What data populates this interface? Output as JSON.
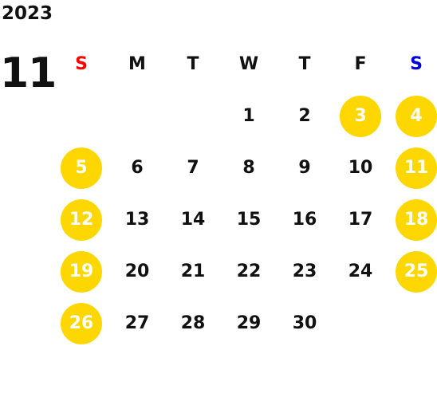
{
  "calendar": {
    "year": "2023",
    "month": "11",
    "weekdays": [
      "S",
      "M",
      "T",
      "W",
      "T",
      "F",
      "S"
    ],
    "first_weekday_index": 3,
    "days": [
      "1",
      "2",
      "3",
      "4",
      "5",
      "6",
      "7",
      "8",
      "9",
      "10",
      "11",
      "12",
      "13",
      "14",
      "15",
      "16",
      "17",
      "18",
      "19",
      "20",
      "21",
      "22",
      "23",
      "24",
      "25",
      "26",
      "27",
      "28",
      "29",
      "30"
    ],
    "highlighted_days": [
      "3",
      "4",
      "5",
      "11",
      "12",
      "18",
      "19",
      "25",
      "26"
    ]
  },
  "colors": {
    "highlight": "#ffd700",
    "highlight_text": "#ffffff",
    "sunday_header": "#ff0000",
    "saturday_header": "#0000dd",
    "text": "#111111"
  }
}
